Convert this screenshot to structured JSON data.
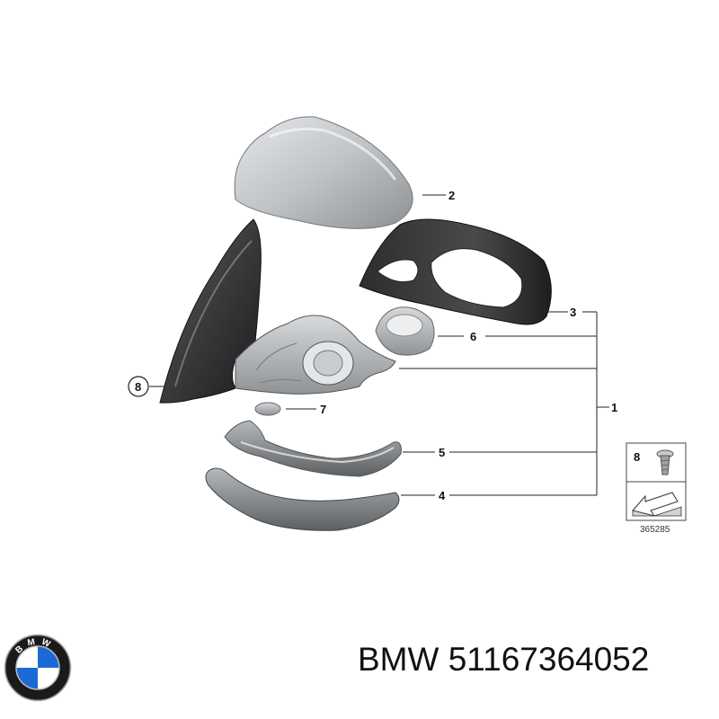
{
  "callouts": {
    "c1": "1",
    "c2": "2",
    "c3": "3",
    "c4": "4",
    "c5": "5",
    "c6": "6",
    "c7": "7",
    "c8": "8"
  },
  "inset": {
    "item": "8",
    "code": "365285"
  },
  "footer": {
    "brand": "BMW",
    "part_number": "51167364052"
  },
  "logo": {
    "text": "BMW",
    "colors": {
      "blue": "#1c69d4",
      "white": "#ffffff",
      "ring": "#1a1a1a"
    }
  }
}
